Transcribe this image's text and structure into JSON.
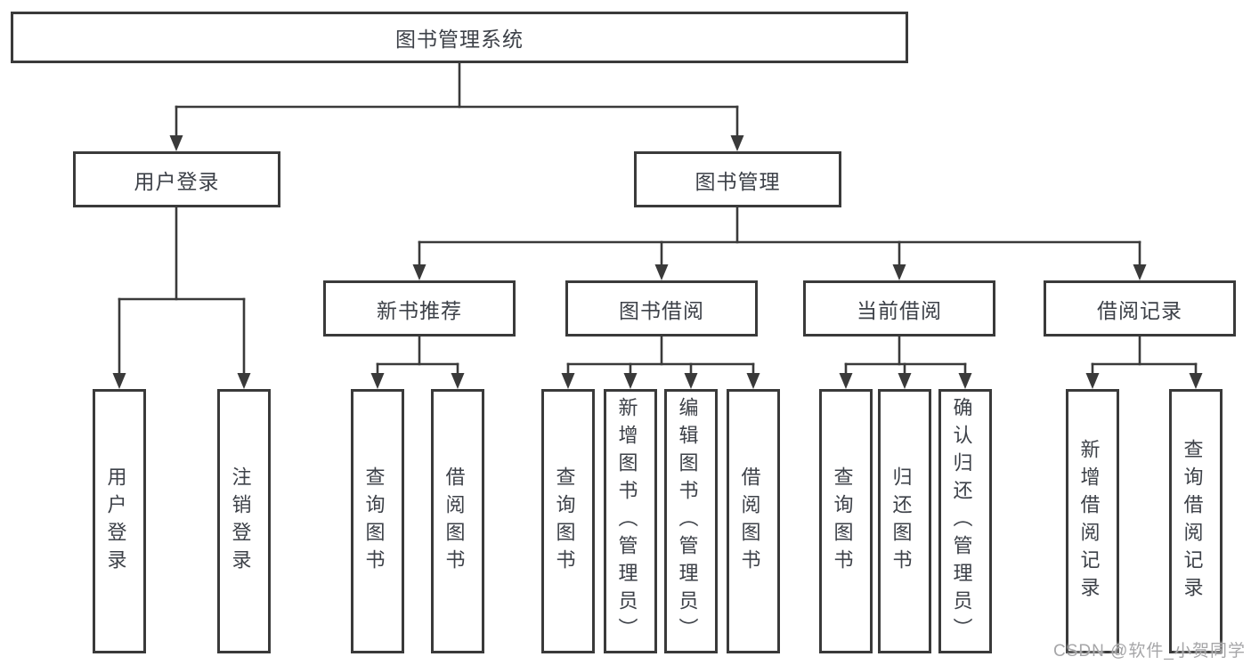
{
  "diagram": {
    "root": {
      "label": "图书管理系统"
    },
    "branches": [
      {
        "label": "用户登录",
        "children": [
          {
            "label": "用户登录"
          },
          {
            "label": "注销登录"
          }
        ]
      },
      {
        "label": "图书管理",
        "children": [
          {
            "label": "新书推荐",
            "children": [
              {
                "label": "查询图书"
              },
              {
                "label": "借阅图书"
              }
            ]
          },
          {
            "label": "图书借阅",
            "children": [
              {
                "label": "查询图书"
              },
              {
                "label": "新增图书（管理员）"
              },
              {
                "label": "编辑图书（管理员）"
              },
              {
                "label": "借阅图书"
              }
            ]
          },
          {
            "label": "当前借阅",
            "children": [
              {
                "label": "查询图书"
              },
              {
                "label": "归还图书"
              },
              {
                "label": "确认归还（管理员）"
              }
            ]
          },
          {
            "label": "借阅记录",
            "children": [
              {
                "label": "新增借阅记录"
              },
              {
                "label": "查询借阅记录"
              }
            ]
          }
        ]
      }
    ]
  },
  "watermark": {
    "text": "CSDN @软件_小贺同学"
  },
  "colors": {
    "line": "#3a3a3a",
    "text": "#3d4148",
    "watermark": "#a6a6a8",
    "background": "#ffffff"
  }
}
